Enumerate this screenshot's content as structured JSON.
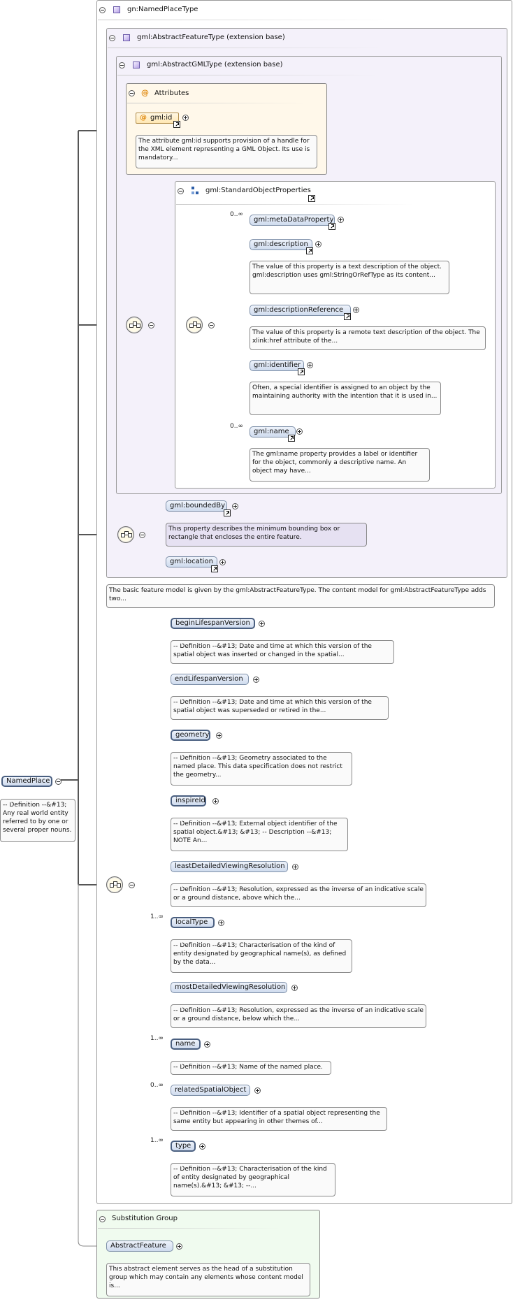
{
  "diagram": {
    "root": {
      "name": "NamedPlace",
      "doc": "-- Definition --&#13; Any real world entity referred to by one or several proper nouns."
    },
    "type_box": {
      "title": "gn:NamedPlaceType"
    },
    "feature_box": {
      "title": "gml:AbstractFeatureType (extension base)",
      "doc": "The basic feature model is given by the gml:AbstractFeatureType. The content model for gml:AbstractFeatureType adds two..."
    },
    "gml_box": {
      "title": "gml:AbstractGMLType (extension base)"
    },
    "attributes": {
      "title": "Attributes",
      "items": [
        {
          "name": "gml:id",
          "doc": "The attribute gml:id supports provision of a handle for the XML element representing a GML Object. Its use is mandatory..."
        }
      ]
    },
    "std_props": {
      "title": "gml:StandardObjectProperties",
      "items": [
        {
          "name": "gml:metaDataProperty",
          "card": "0..∞",
          "doc": ""
        },
        {
          "name": "gml:description",
          "card": "",
          "doc": "The value of this property is a text description of the object. gml:description uses gml:StringOrRefType as its content..."
        },
        {
          "name": "gml:descriptionReference",
          "card": "",
          "doc": "The value of this property is a remote text description of the object. The xlink:href attribute of the..."
        },
        {
          "name": "gml:identifier",
          "card": "",
          "doc": "Often, a special identifier is assigned to an object by the maintaining authority with the intention that it is used in..."
        },
        {
          "name": "gml:name",
          "card": "0..∞",
          "doc": "The gml:name property provides a label or identifier for the object, commonly a descriptive name. An object may have..."
        }
      ]
    },
    "feature_items": [
      {
        "name": "gml:boundedBy",
        "doc": "This property describes the minimum bounding box or rectangle that encloses the entire feature."
      },
      {
        "name": "gml:location",
        "doc": ""
      }
    ],
    "elements": [
      {
        "name": "beginLifespanVersion",
        "card": "",
        "doc": "-- Definition --&#13; Date and time at which this version of the spatial object was inserted or changed in the spatial..."
      },
      {
        "name": "endLifespanVersion",
        "card": "",
        "doc": "-- Definition --&#13; Date and time at which this version of the spatial object was superseded or retired in the..."
      },
      {
        "name": "geometry",
        "card": "",
        "doc": "-- Definition --&#13; Geometry associated to the named place. This data specification does not restrict the geometry..."
      },
      {
        "name": "inspireId",
        "card": "",
        "doc": "-- Definition --&#13; External object identifier of the spatial object.&#13; &#13; -- Description --&#13; NOTE An..."
      },
      {
        "name": "leastDetailedViewingResolution",
        "card": "",
        "doc": "-- Definition --&#13; Resolution, expressed as the inverse of an indicative scale or a ground distance, above which the..."
      },
      {
        "name": "localType",
        "card": "1..∞",
        "doc": "-- Definition --&#13; Characterisation of the kind of entity designated by geographical name(s), as defined by the data..."
      },
      {
        "name": "mostDetailedViewingResolution",
        "card": "",
        "doc": "-- Definition --&#13; Resolution, expressed as the inverse of an indicative scale or a ground distance, below which the..."
      },
      {
        "name": "name",
        "card": "1..∞",
        "doc": "-- Definition --&#13; Name of the named place."
      },
      {
        "name": "relatedSpatialObject",
        "card": "0..∞",
        "doc": "-- Definition --&#13; Identifier of a spatial object representing the same entity but appearing in other themes of..."
      },
      {
        "name": "type",
        "card": "1..∞",
        "doc": "-- Definition --&#13; Characterisation of the kind of entity designated by geographical name(s).&#13; &#13; --..."
      }
    ],
    "substitution": {
      "title": "Substitution Group",
      "name": "AbstractFeature",
      "doc": "This abstract element serves as the head of a substitution group which may contain any elements whose content model is..."
    }
  }
}
